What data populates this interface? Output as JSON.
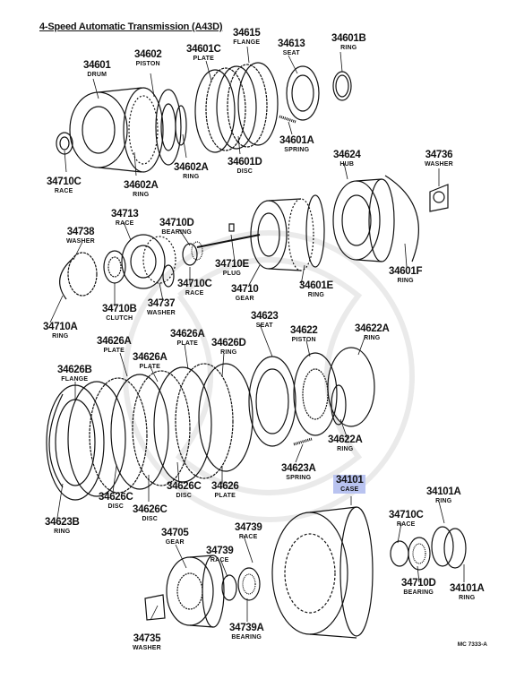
{
  "diagram": {
    "title": "4-Speed Automatic Transmission (A43D)",
    "code": "MC 7333-A",
    "highlight_color": "#b9c3f0",
    "parts": [
      {
        "id": "p34601",
        "number": "34601",
        "name": "DRUM"
      },
      {
        "id": "p34602",
        "number": "34602",
        "name": "PISTON"
      },
      {
        "id": "p34601C",
        "number": "34601C",
        "name": "PLATE"
      },
      {
        "id": "p34615",
        "number": "34615",
        "name": "FLANGE"
      },
      {
        "id": "p34613",
        "number": "34613",
        "name": "SEAT"
      },
      {
        "id": "p34601B",
        "number": "34601B",
        "name": "RING"
      },
      {
        "id": "p34710C_top",
        "number": "34710C",
        "name": "RACE"
      },
      {
        "id": "p34602A_a",
        "number": "34602A",
        "name": "RING"
      },
      {
        "id": "p34602A_b",
        "number": "34602A",
        "name": "RING"
      },
      {
        "id": "p34601D",
        "number": "34601D",
        "name": "DISC"
      },
      {
        "id": "p34601A",
        "number": "34601A",
        "name": "SPRING"
      },
      {
        "id": "p34624",
        "number": "34624",
        "name": "HUB"
      },
      {
        "id": "p34736",
        "number": "34736",
        "name": "WASHER"
      },
      {
        "id": "p34713",
        "number": "34713",
        "name": "RACE"
      },
      {
        "id": "p34738",
        "number": "34738",
        "name": "WASHER"
      },
      {
        "id": "p34710D_top",
        "number": "34710D",
        "name": "BEARING"
      },
      {
        "id": "p34710E",
        "number": "34710E",
        "name": "PLUG"
      },
      {
        "id": "p34710C_mid",
        "number": "34710C",
        "name": "RACE"
      },
      {
        "id": "p34710",
        "number": "34710",
        "name": "GEAR"
      },
      {
        "id": "p34601E",
        "number": "34601E",
        "name": "RING"
      },
      {
        "id": "p34601F",
        "number": "34601F",
        "name": "RING"
      },
      {
        "id": "p34710B",
        "number": "34710B",
        "name": "CLUTCH"
      },
      {
        "id": "p34737",
        "number": "34737",
        "name": "WASHER"
      },
      {
        "id": "p34710A",
        "number": "34710A",
        "name": "RING"
      },
      {
        "id": "p34623",
        "number": "34623",
        "name": "SEAT"
      },
      {
        "id": "p34622",
        "number": "34622",
        "name": "PISTON"
      },
      {
        "id": "p34622A_a",
        "number": "34622A",
        "name": "RING"
      },
      {
        "id": "p34626A_a",
        "number": "34626A",
        "name": "PLATE"
      },
      {
        "id": "p34626A_b",
        "number": "34626A",
        "name": "PLATE"
      },
      {
        "id": "p34626A_c",
        "number": "34626A",
        "name": "PLATE"
      },
      {
        "id": "p34626D",
        "number": "34626D",
        "name": "RING"
      },
      {
        "id": "p34626B",
        "number": "34626B",
        "name": "FLANGE"
      },
      {
        "id": "p34622A_b",
        "number": "34622A",
        "name": "RING"
      },
      {
        "id": "p34623A",
        "number": "34623A",
        "name": "SPRING"
      },
      {
        "id": "p34626C_a",
        "number": "34626C",
        "name": "DISC"
      },
      {
        "id": "p34626C_b",
        "number": "34626C",
        "name": "DISC"
      },
      {
        "id": "p34626C_c",
        "number": "34626C",
        "name": "DISC"
      },
      {
        "id": "p34626",
        "number": "34626",
        "name": "PLATE"
      },
      {
        "id": "p34623B",
        "number": "34623B",
        "name": "RING"
      },
      {
        "id": "p34101",
        "number": "34101",
        "name": "CASE"
      },
      {
        "id": "p34101A_a",
        "number": "34101A",
        "name": "RING"
      },
      {
        "id": "p34710C_bot",
        "number": "34710C",
        "name": "RACE"
      },
      {
        "id": "p34705",
        "number": "34705",
        "name": "GEAR"
      },
      {
        "id": "p34739",
        "number": "34739",
        "name": "RACE"
      },
      {
        "id": "p34739_b",
        "number": "34739",
        "name": "RACE"
      },
      {
        "id": "p34710D_bot",
        "number": "34710D",
        "name": "BEARING"
      },
      {
        "id": "p34101A_b",
        "number": "34101A",
        "name": "RING"
      },
      {
        "id": "p34739A",
        "number": "34739A",
        "name": "BEARING"
      },
      {
        "id": "p34735",
        "number": "34735",
        "name": "WASHER"
      }
    ]
  }
}
